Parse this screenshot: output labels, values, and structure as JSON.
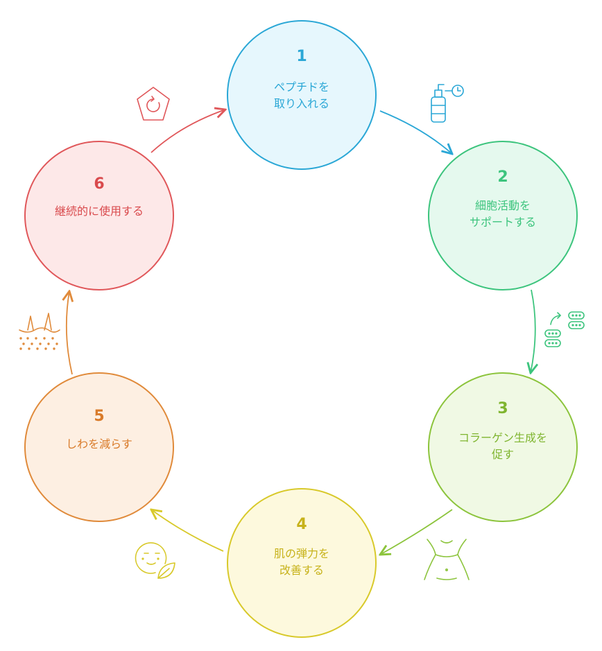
{
  "steps": [
    {
      "number": "1",
      "lines": [
        "ペプチドを",
        "取り入れる"
      ],
      "stroke": "#2aa7d6",
      "fill": "#e6f7fd",
      "text_color": "#2aa7d6",
      "icon": "serum-bottle-clock-icon"
    },
    {
      "number": "2",
      "lines": [
        "細胞活動を",
        "サポートする"
      ],
      "stroke": "#3cc47d",
      "fill": "#e5f9ee",
      "text_color": "#3cc47d",
      "icon": "cells-exchange-icon"
    },
    {
      "number": "3",
      "lines": [
        "コラーゲン生成を",
        "促す"
      ],
      "stroke": "#8cc43c",
      "fill": "#f0f9e4",
      "text_color": "#7fb52f",
      "icon": "waist-body-icon"
    },
    {
      "number": "4",
      "lines": [
        "肌の弾力を",
        "改善する"
      ],
      "stroke": "#d8c92a",
      "fill": "#fdf9dd",
      "text_color": "#c7b21a",
      "icon": "face-leaf-icon"
    },
    {
      "number": "5",
      "lines": [
        "しわを減らす"
      ],
      "stroke": "#e08a3a",
      "fill": "#fdefe2",
      "text_color": "#d97b2a",
      "icon": "skin-hair-icon"
    },
    {
      "number": "6",
      "lines": [
        "継続的に使用する"
      ],
      "stroke": "#e0575a",
      "fill": "#fde8e8",
      "text_color": "#d94a4d",
      "icon": "repeat-pentagon-icon"
    }
  ]
}
